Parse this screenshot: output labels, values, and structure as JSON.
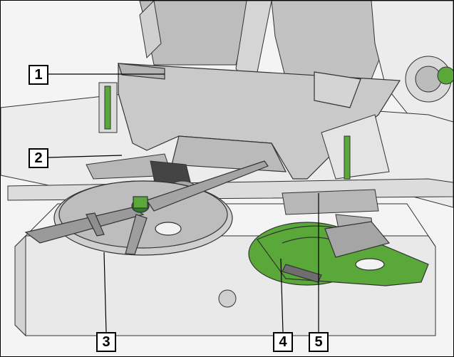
{
  "callouts": [
    {
      "label": "1"
    },
    {
      "label": "2"
    },
    {
      "label": "3"
    },
    {
      "label": "4"
    },
    {
      "label": "5"
    }
  ],
  "colors": {
    "machine_green": "#5aa83a",
    "machine_green_dark": "#2f7a2a",
    "hopper_grey": "#c9c9c9",
    "frame_light": "#e6e6e6",
    "outline": "#333333",
    "leader": "#000000"
  }
}
